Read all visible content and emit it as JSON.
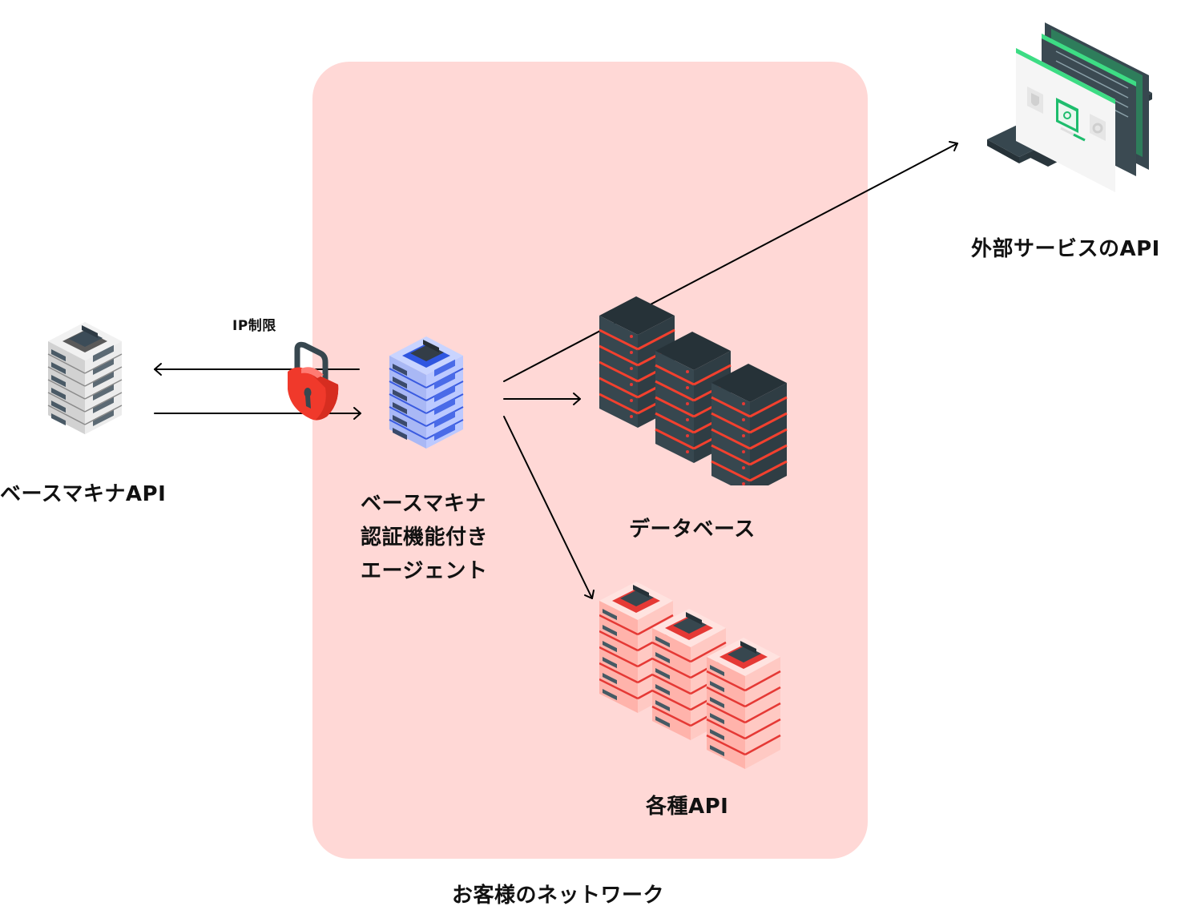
{
  "diagram": {
    "region": {
      "name": "customer-network",
      "label": "お客様のネットワーク",
      "color": "#ffd8d6"
    },
    "nodes": {
      "basemachina_api": {
        "label": "ベースマキナAPI",
        "theme": "gray"
      },
      "agent": {
        "label_lines": [
          "ベースマキナ",
          "認証機能付き",
          "エージェント"
        ],
        "theme": "blue"
      },
      "database": {
        "label": "データベース",
        "theme": "dark"
      },
      "various_api": {
        "label": "各種API",
        "theme": "red"
      },
      "external_api": {
        "label": "外部サービスのAPI",
        "theme": "green-laptop"
      }
    },
    "ip_restriction": {
      "label": "IP制限",
      "icon": "padlock-icon"
    },
    "edges": [
      {
        "from": "agent",
        "to": "basemachina_api",
        "direction": "left"
      },
      {
        "from": "basemachina_api",
        "to": "agent",
        "direction": "right"
      },
      {
        "from": "agent",
        "to": "database",
        "direction": "right"
      },
      {
        "from": "agent",
        "to": "various_api",
        "direction": "down-right"
      },
      {
        "from": "agent",
        "to": "external_api",
        "direction": "up-right"
      }
    ]
  }
}
